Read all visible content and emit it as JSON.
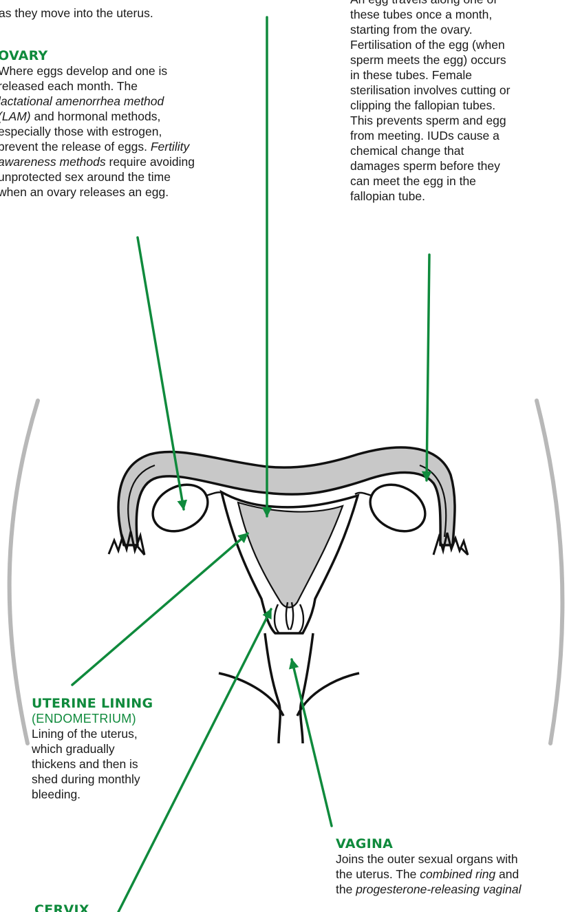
{
  "top_left": {
    "fragment": "as they move into the uterus."
  },
  "ovary": {
    "heading": "OVARY",
    "line1": "Where eggs develop and one is",
    "line2": "released each month. The",
    "line3_italic": "lactational amenorrhea method",
    "line4_italic": "(LAM)",
    "line4_rest": " and hormonal methods,",
    "line5": "especially those with estrogen,",
    "line6_start": "prevent the release of eggs. ",
    "line6_italic": "Fertility",
    "line7_italic": "awareness methods",
    "line7_rest": " require avoiding",
    "line8": "unprotected sex around the time",
    "line9": "when an ovary releases an egg."
  },
  "fallopian": {
    "line0": "An egg travels along one of",
    "line1": "these tubes once a month,",
    "line2": "starting from the ovary.",
    "line3": "Fertilisation of the egg (when",
    "line4": "sperm meets the egg) occurs",
    "line5": "in these tubes. Female",
    "line6": "sterilisation involves cutting or",
    "line7": "clipping the fallopian tubes.",
    "line8": "This prevents sperm and egg",
    "line9": "from meeting. IUDs cause a",
    "line10": "chemical change that",
    "line11": "damages sperm before they",
    "line12": "can meet the egg in the",
    "line13": "fallopian tube."
  },
  "uterine_lining": {
    "heading": "UTERINE LINING",
    "subheading": "(ENDOMETRIUM)",
    "line1": "Lining of the uterus,",
    "line2": "which gradually",
    "line3": "thickens and then is",
    "line4": "shed during monthly",
    "line5": "bleeding."
  },
  "vagina": {
    "heading": "VAGINA",
    "line1": "Joins the outer sexual organs with",
    "line2_start": "the uterus. The ",
    "line2_italic": "combined ring",
    "line2_rest": " and",
    "line3_start": "the ",
    "line3_italic": "progesterone-releasing vaginal"
  },
  "cervix": {
    "heading": "CERVIX"
  },
  "colors": {
    "accent_green": "#0f8a3c",
    "outline": "#111111",
    "organ_fill": "#c8c8c8",
    "body_curve": "#b8b8b8"
  }
}
